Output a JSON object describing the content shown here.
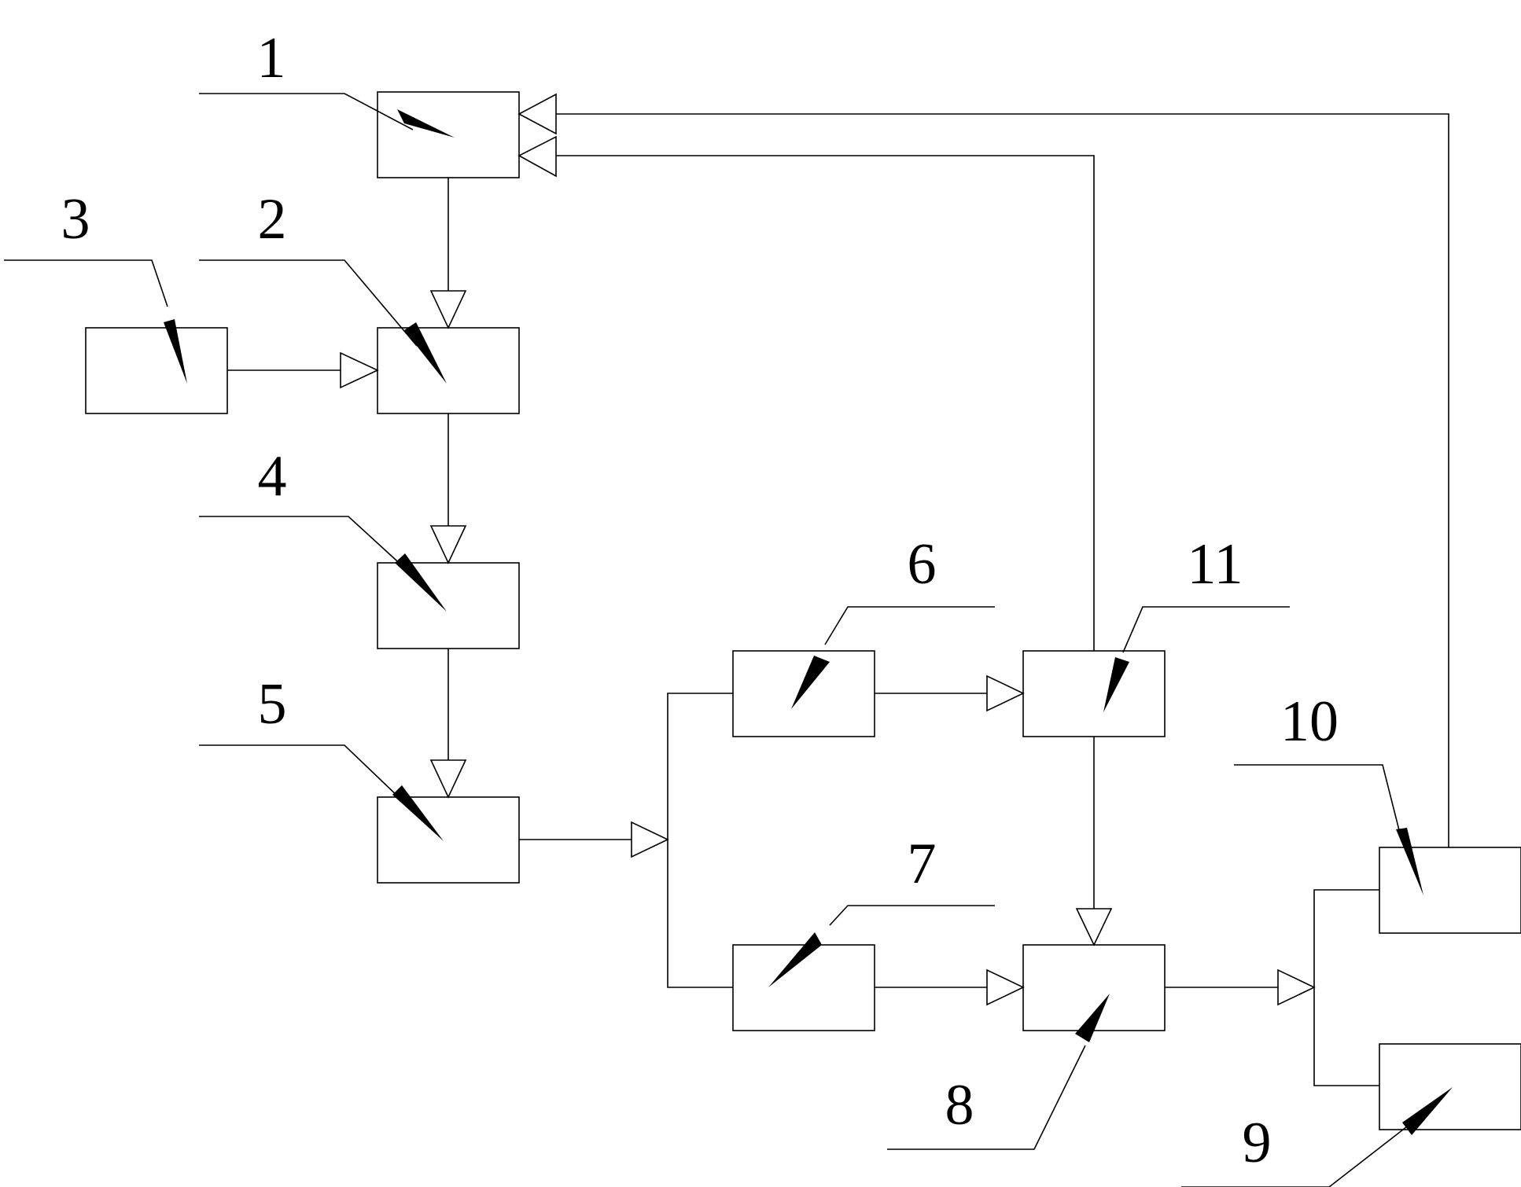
{
  "diagram": {
    "labels": {
      "n1": "1",
      "n2": "2",
      "n3": "3",
      "n4": "4",
      "n5": "5",
      "n6": "6",
      "n7": "7",
      "n8": "8",
      "n9": "9",
      "n10": "10",
      "n11": "11"
    }
  },
  "colors": {
    "stroke": "#000000",
    "background": "#ffffff"
  }
}
